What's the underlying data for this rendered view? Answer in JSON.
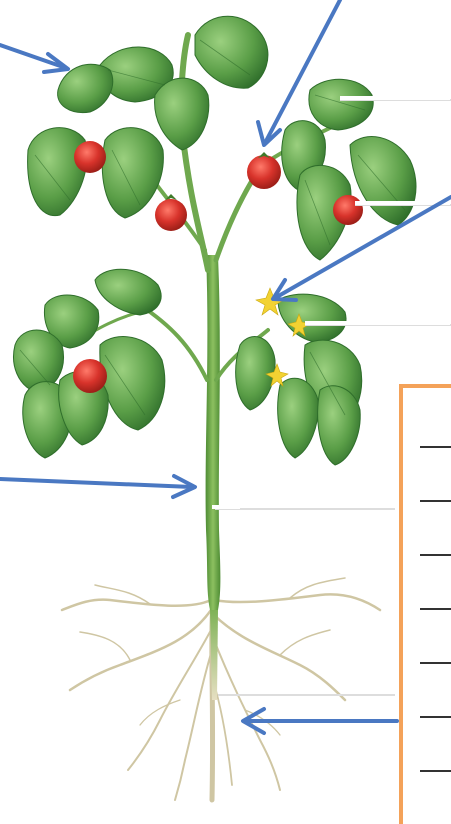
{
  "diagram": {
    "subject": "tomato-plant",
    "parts": [
      "leaf",
      "fruit",
      "flower",
      "stem",
      "root"
    ],
    "answer_lines": 7,
    "colors": {
      "arrow": "#4a78c2",
      "box_border": "#f4a259",
      "leaf_dark": "#3f8a3a",
      "leaf_light": "#79b866",
      "stem": "#6fa84e",
      "fruit": "#d8332b",
      "flower": "#f2d232",
      "root": "#cfc6a3"
    }
  }
}
